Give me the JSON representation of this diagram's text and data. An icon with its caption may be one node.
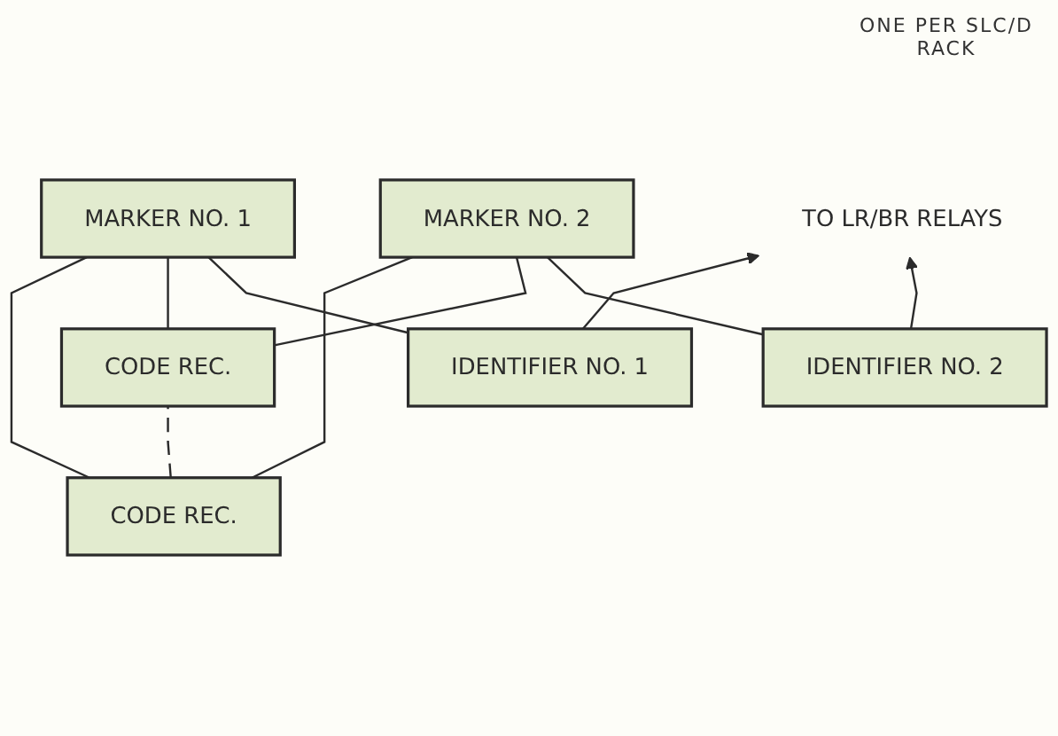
{
  "diagram": {
    "nodes": [
      {
        "text": [
          "TO LR/BR RELAYS"
        ]
      },
      {
        "text": [
          "CODE REC."
        ]
      },
      {
        "text": [
          "CODE REC."
        ]
      },
      {
        "text": [
          "IDENTIFIER NO. 1"
        ]
      },
      {
        "text": [
          "MARKER NO. 1"
        ]
      },
      {
        "text": [
          "IDENTIFIER NO. 2"
        ]
      },
      {
        "text": [
          "MARKER NO. 2"
        ]
      }
    ],
    "edges": [
      {
        "from": 3,
        "to": 0,
        "arrow": "to"
      },
      {
        "from": 5,
        "to": 0,
        "arrow": "to"
      },
      {
        "from": 1,
        "to": 2,
        "arrow": "none",
        "style": "dashed"
      },
      {
        "from": 1,
        "to": 4,
        "arrow": "none"
      },
      {
        "from": 1,
        "to": 6,
        "arrow": "none"
      },
      {
        "from": 2,
        "to": 4,
        "arrow": "none"
      },
      {
        "from": 2,
        "to": 6,
        "arrow": "none"
      },
      {
        "from": 3,
        "to": 4,
        "arrow": "none"
      },
      {
        "from": 5,
        "to": 6,
        "arrow": "none"
      }
    ],
    "labels": [
      "ONE PER SLC/D RACK"
    ]
  }
}
